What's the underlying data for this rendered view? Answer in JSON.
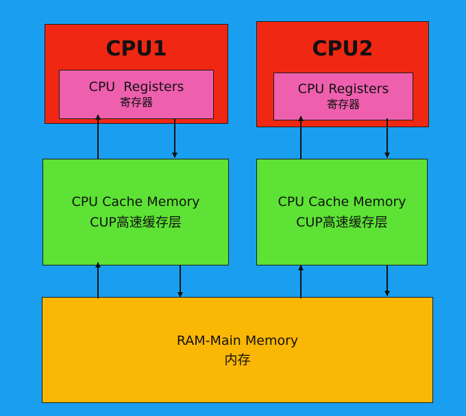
{
  "colors": {
    "background": "#1a9ff0",
    "cpu": "#f02712",
    "registers": "#ee5fae",
    "cache": "#5de235",
    "ram": "#fbb705"
  },
  "cpus": [
    {
      "title": "CPU1",
      "registers": {
        "en": "CPU  Registers",
        "zh": "寄存器"
      },
      "cache": {
        "en": "CPU Cache Memory",
        "zh": "CUP高速缓存层"
      }
    },
    {
      "title": "CPU2",
      "registers": {
        "en": "CPU Registers",
        "zh": "寄存器"
      },
      "cache": {
        "en": "CPU Cache Memory",
        "zh": "CUP高速缓存层"
      }
    }
  ],
  "ram": {
    "en": "RAM-Main Memory",
    "zh": "内存"
  }
}
